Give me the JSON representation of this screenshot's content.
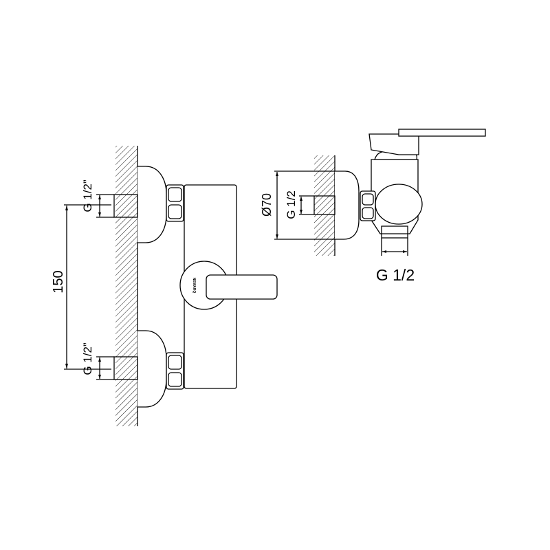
{
  "front_view": {
    "spacing_label": "150",
    "upper_inlet_label": "G 1/2”",
    "lower_inlet_label": "G 1/2”",
    "logo_text": "NEWARQ"
  },
  "side_view": {
    "escutcheon_label": "Ø70",
    "inlet_label": "G 1/2",
    "outlet_label": "G 1/2"
  },
  "colors": {
    "line": "#000000",
    "background": "#ffffff"
  }
}
